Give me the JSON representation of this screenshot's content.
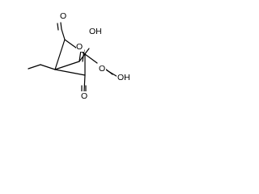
{
  "structure": {
    "atom_labels": {
      "oxo_top": "O",
      "carboxyl_oh": "OH",
      "carboxyl_o": "O",
      "peroxy_o": "O",
      "peroxy_oh": "OH",
      "oxo_bottom": "O"
    }
  }
}
